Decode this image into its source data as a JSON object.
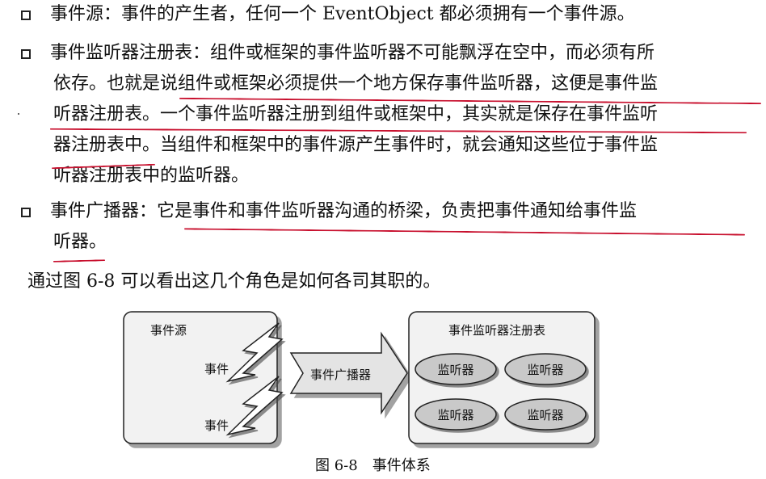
{
  "bullets": [
    {
      "lines": [
        "事件源：事件的产生者，任何一个 EventObject 都必须拥有一个事件源。"
      ]
    },
    {
      "lines": [
        "事件监听器注册表：组件或框架的事件监听器不可能飘浮在空中，而必须有所",
        "依存。也就是说组件或框架必须提供一个地方保存事件监听器，这便是事件监",
        "听器注册表。一个事件监听器注册到组件或框架中，其实就是保存在事件监听",
        "器注册表中。当组件和框架中的事件源产生事件时，就会通知这些位于事件监",
        "听器注册表中的监听器。"
      ]
    },
    {
      "lines": [
        "事件广播器：它是事件和事件监听器沟通的桥梁，负责把事件通知给事件监",
        "听器。"
      ]
    }
  ],
  "intro": "通过图 6-8 可以看出这几个角色是如何各司其职的。",
  "figure": {
    "source_box_label": "事件源",
    "event_label_1": "事件",
    "event_label_2": "事件",
    "broadcaster_label": "事件广播器",
    "registry_box_label": "事件监听器注册表",
    "listeners": [
      "监听器",
      "监听器",
      "监听器",
      "监听器"
    ],
    "caption": "图 6-8　事件体系"
  },
  "colors": {
    "underline": "#c8102e",
    "box_fill": "#f2f2f2",
    "box_stroke": "#222222",
    "ellipse_fill": "#c9c9c9"
  }
}
